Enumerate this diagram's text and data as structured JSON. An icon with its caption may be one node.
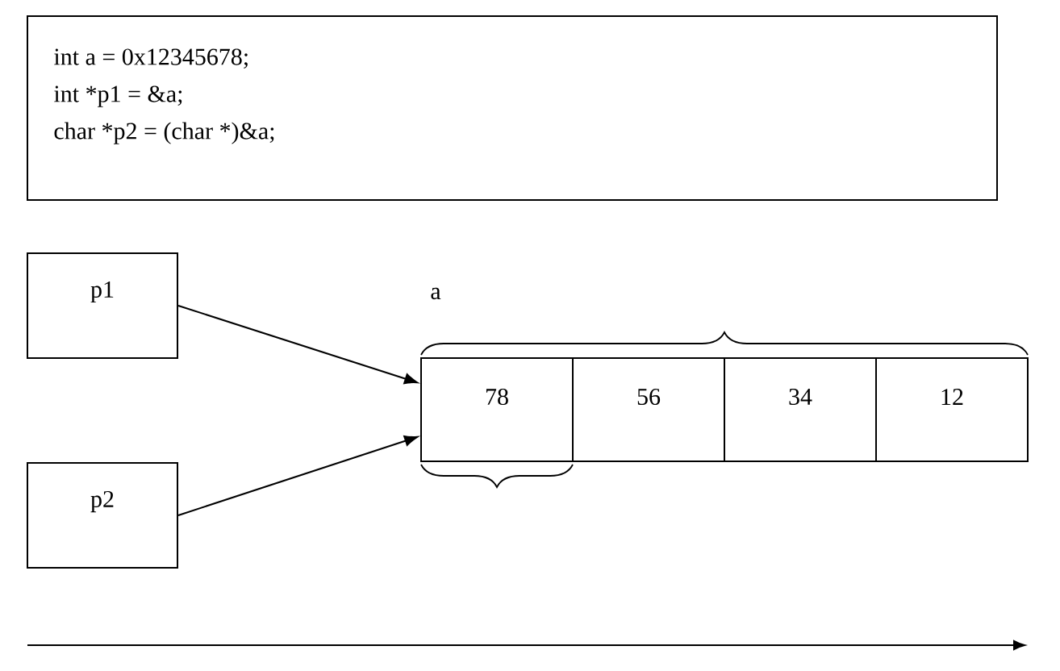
{
  "diagram": {
    "nodes": [
      {
        "text": [
          "int a = 0x12345678;",
          "int *p1 = &a;",
          "char *p2 = (char *)&a;"
        ]
      },
      {
        "text": [
          "p1"
        ]
      },
      {
        "text": [
          "p2"
        ]
      },
      {
        "text": [
          "78"
        ]
      },
      {
        "text": [
          "56"
        ]
      },
      {
        "text": [
          "34"
        ]
      },
      {
        "text": [
          "12"
        ]
      }
    ],
    "edges": [
      {
        "from": 1,
        "to": 3,
        "arrow": "to"
      },
      {
        "from": 2,
        "to": 3,
        "arrow": "to"
      }
    ],
    "labels": [
      "a"
    ]
  }
}
